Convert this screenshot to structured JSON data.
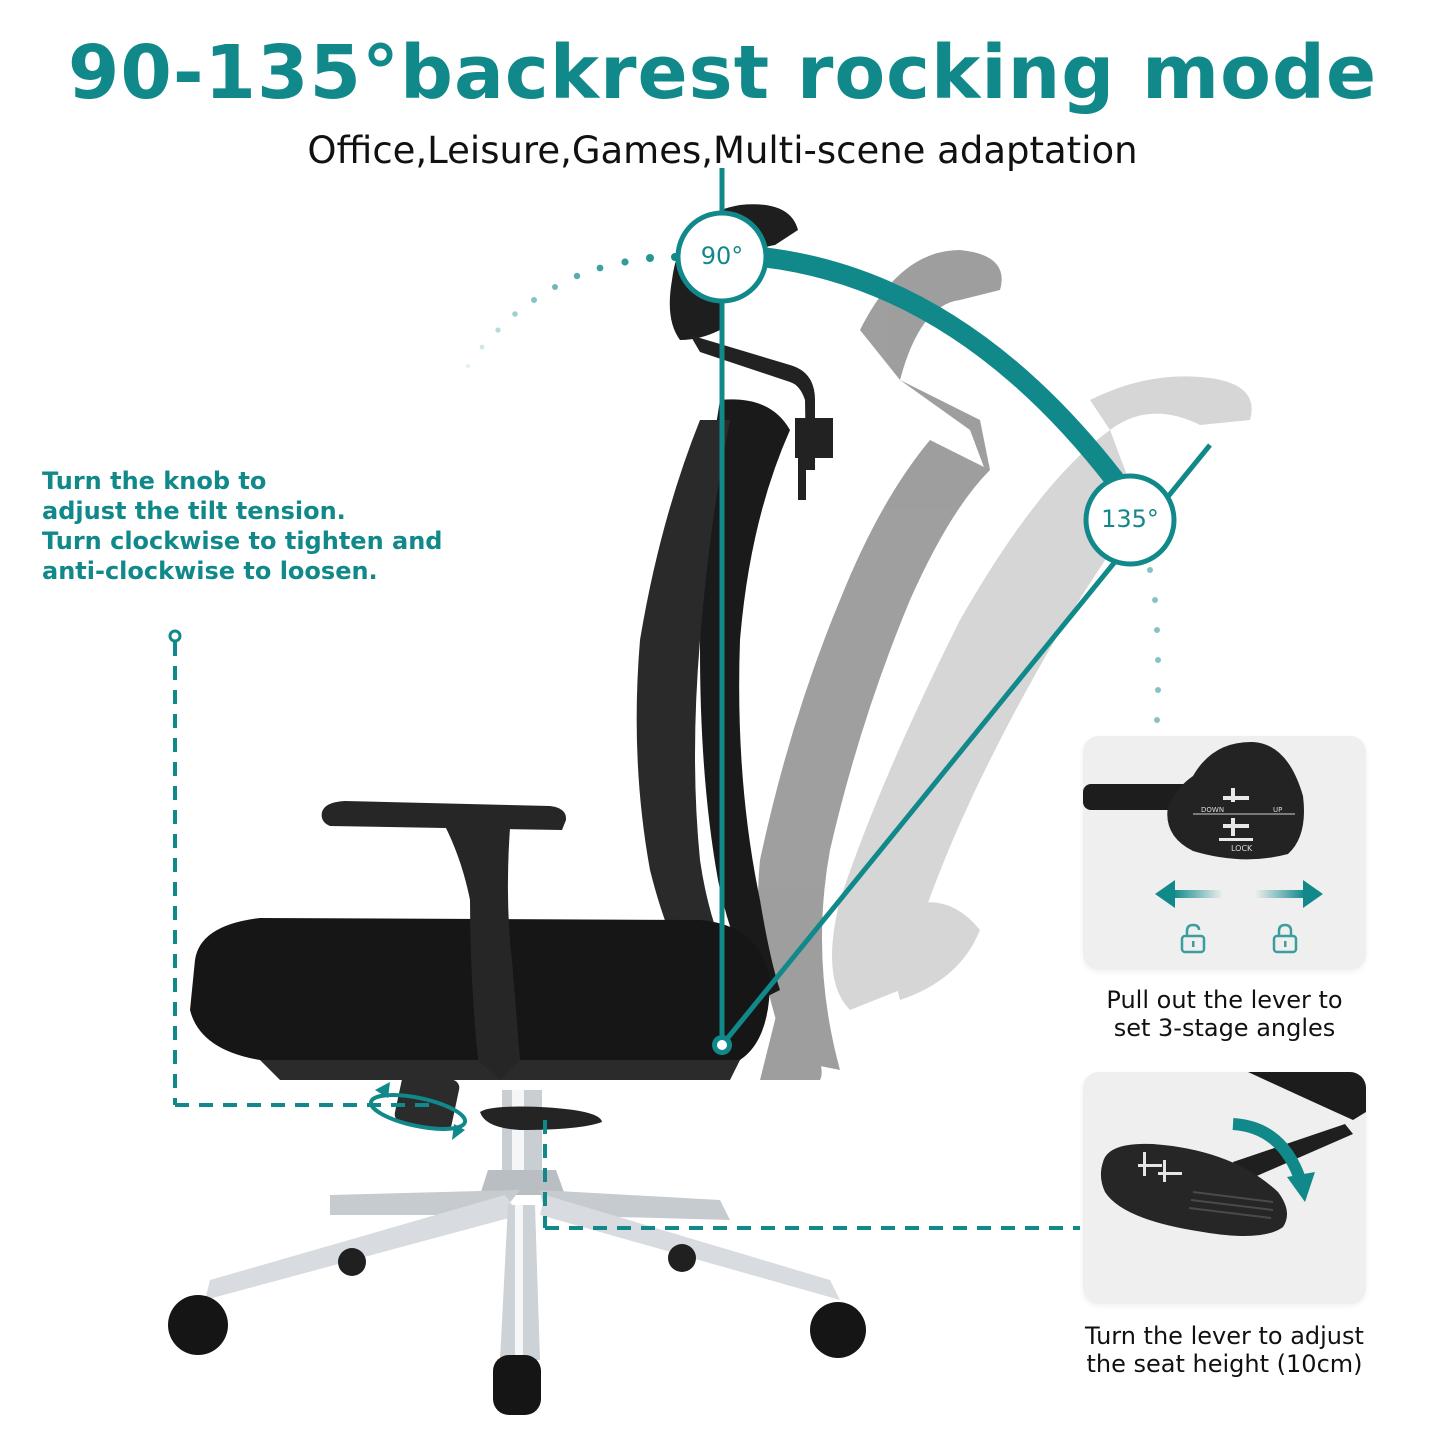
{
  "header": {
    "title": "90-135°backrest rocking mode",
    "subtitle": "Office,Leisure,Games,Multi-scene adaptation"
  },
  "angles": {
    "start_label": "90°",
    "end_label": "135°"
  },
  "knob_callout": {
    "lines": [
      "Turn the knob to",
      "adjust the tilt tension.",
      "Turn clockwise to tighten and",
      "anti-clockwise to loosen."
    ]
  },
  "panels": [
    {
      "lever_labels": {
        "down": "DOWN",
        "up": "UP",
        "lock": "LOCK"
      },
      "icons": [
        "arrow-left-icon",
        "arrow-right-icon",
        "unlock-icon",
        "lock-icon"
      ],
      "caption_lines": [
        "Pull out the lever to",
        "set 3-stage angles"
      ]
    },
    {
      "icons": [
        "rotate-arrow-icon"
      ],
      "caption_lines": [
        "Turn the lever to adjust",
        "the seat height (10cm)"
      ]
    }
  ],
  "colors": {
    "accent": "#11898a",
    "text": "#111111",
    "panel_bg": "#efefef",
    "chair_black": "#1c1c1c",
    "ghost_gray_1": "#8a8a8a",
    "ghost_gray_2": "#c9c9c9",
    "chrome": "#c8ccd0"
  }
}
